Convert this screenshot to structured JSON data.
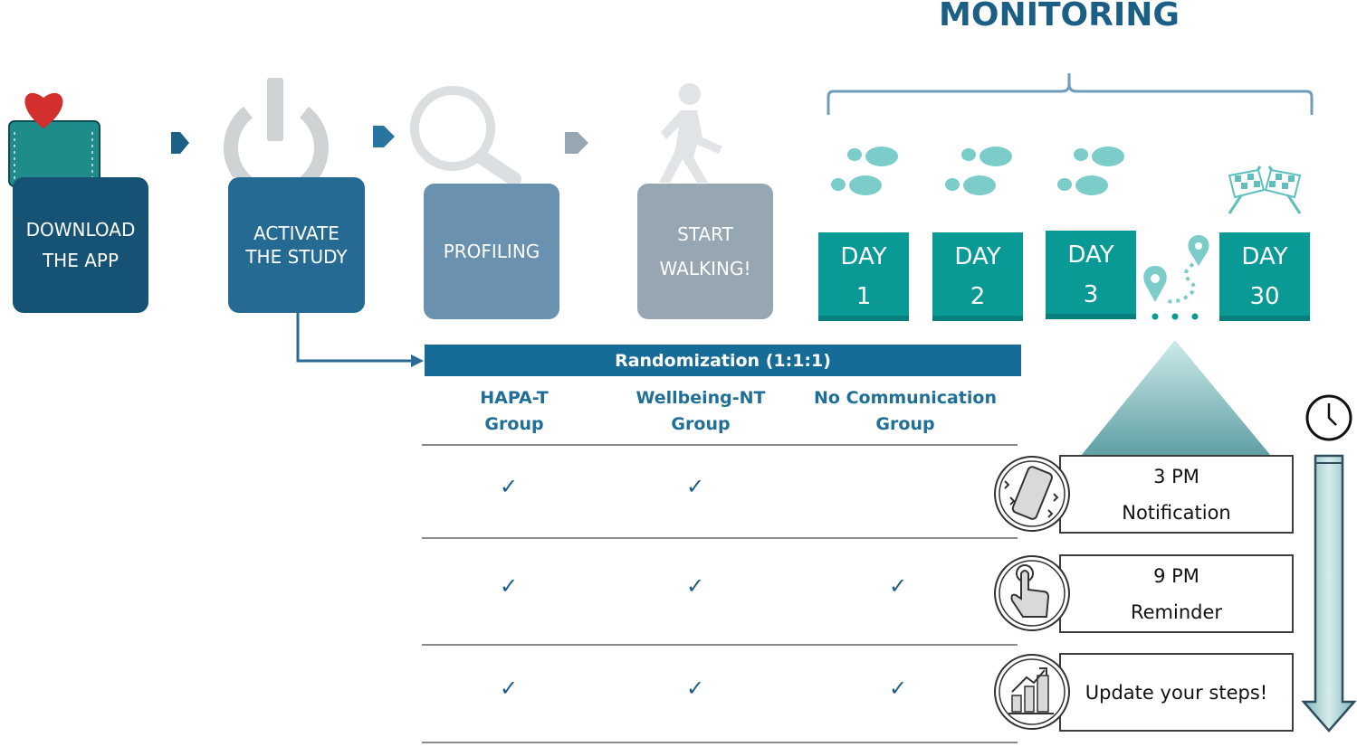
{
  "title": "MONITORING",
  "steps": [
    {
      "line1": "DOWNLOAD",
      "line2": "THE APP"
    },
    {
      "line1": "ACTIVATE",
      "line2": "THE STUDY"
    },
    {
      "line1": "PROFILING"
    },
    {
      "line1": "START",
      "line2": "WALKING!"
    }
  ],
  "days": [
    {
      "label": "DAY",
      "num": "1"
    },
    {
      "label": "DAY",
      "num": "2"
    },
    {
      "label": "DAY",
      "num": "3"
    },
    {
      "label": "DAY",
      "num": "30"
    }
  ],
  "randomization": "Randomization (1:1:1)",
  "groups": [
    {
      "line1": "HAPA-T",
      "line2": "Group"
    },
    {
      "line1": "Wellbeing-NT",
      "line2": "Group"
    },
    {
      "line1": "No Communication",
      "line2": "Group"
    }
  ],
  "check_symbol": "✓",
  "messages": [
    {
      "line1": "3 PM",
      "line2": "Notification",
      "icon": "vibrating-phone-icon",
      "checks": [
        true,
        true,
        false
      ]
    },
    {
      "line1": "9 PM",
      "line2": "Reminder",
      "icon": "tap-hand-icon",
      "checks": [
        true,
        true,
        true
      ]
    },
    {
      "line1": "Update your steps!",
      "icon": "bar-chart-icon",
      "checks": [
        true,
        true,
        true
      ]
    }
  ],
  "colors": {
    "download": "#155274",
    "activate": "#246a92",
    "profiling": "#6a91b0",
    "start": "#97a6b3",
    "day": "#0a9a96",
    "randomization": "#176c97",
    "title": "#1b5f86"
  }
}
